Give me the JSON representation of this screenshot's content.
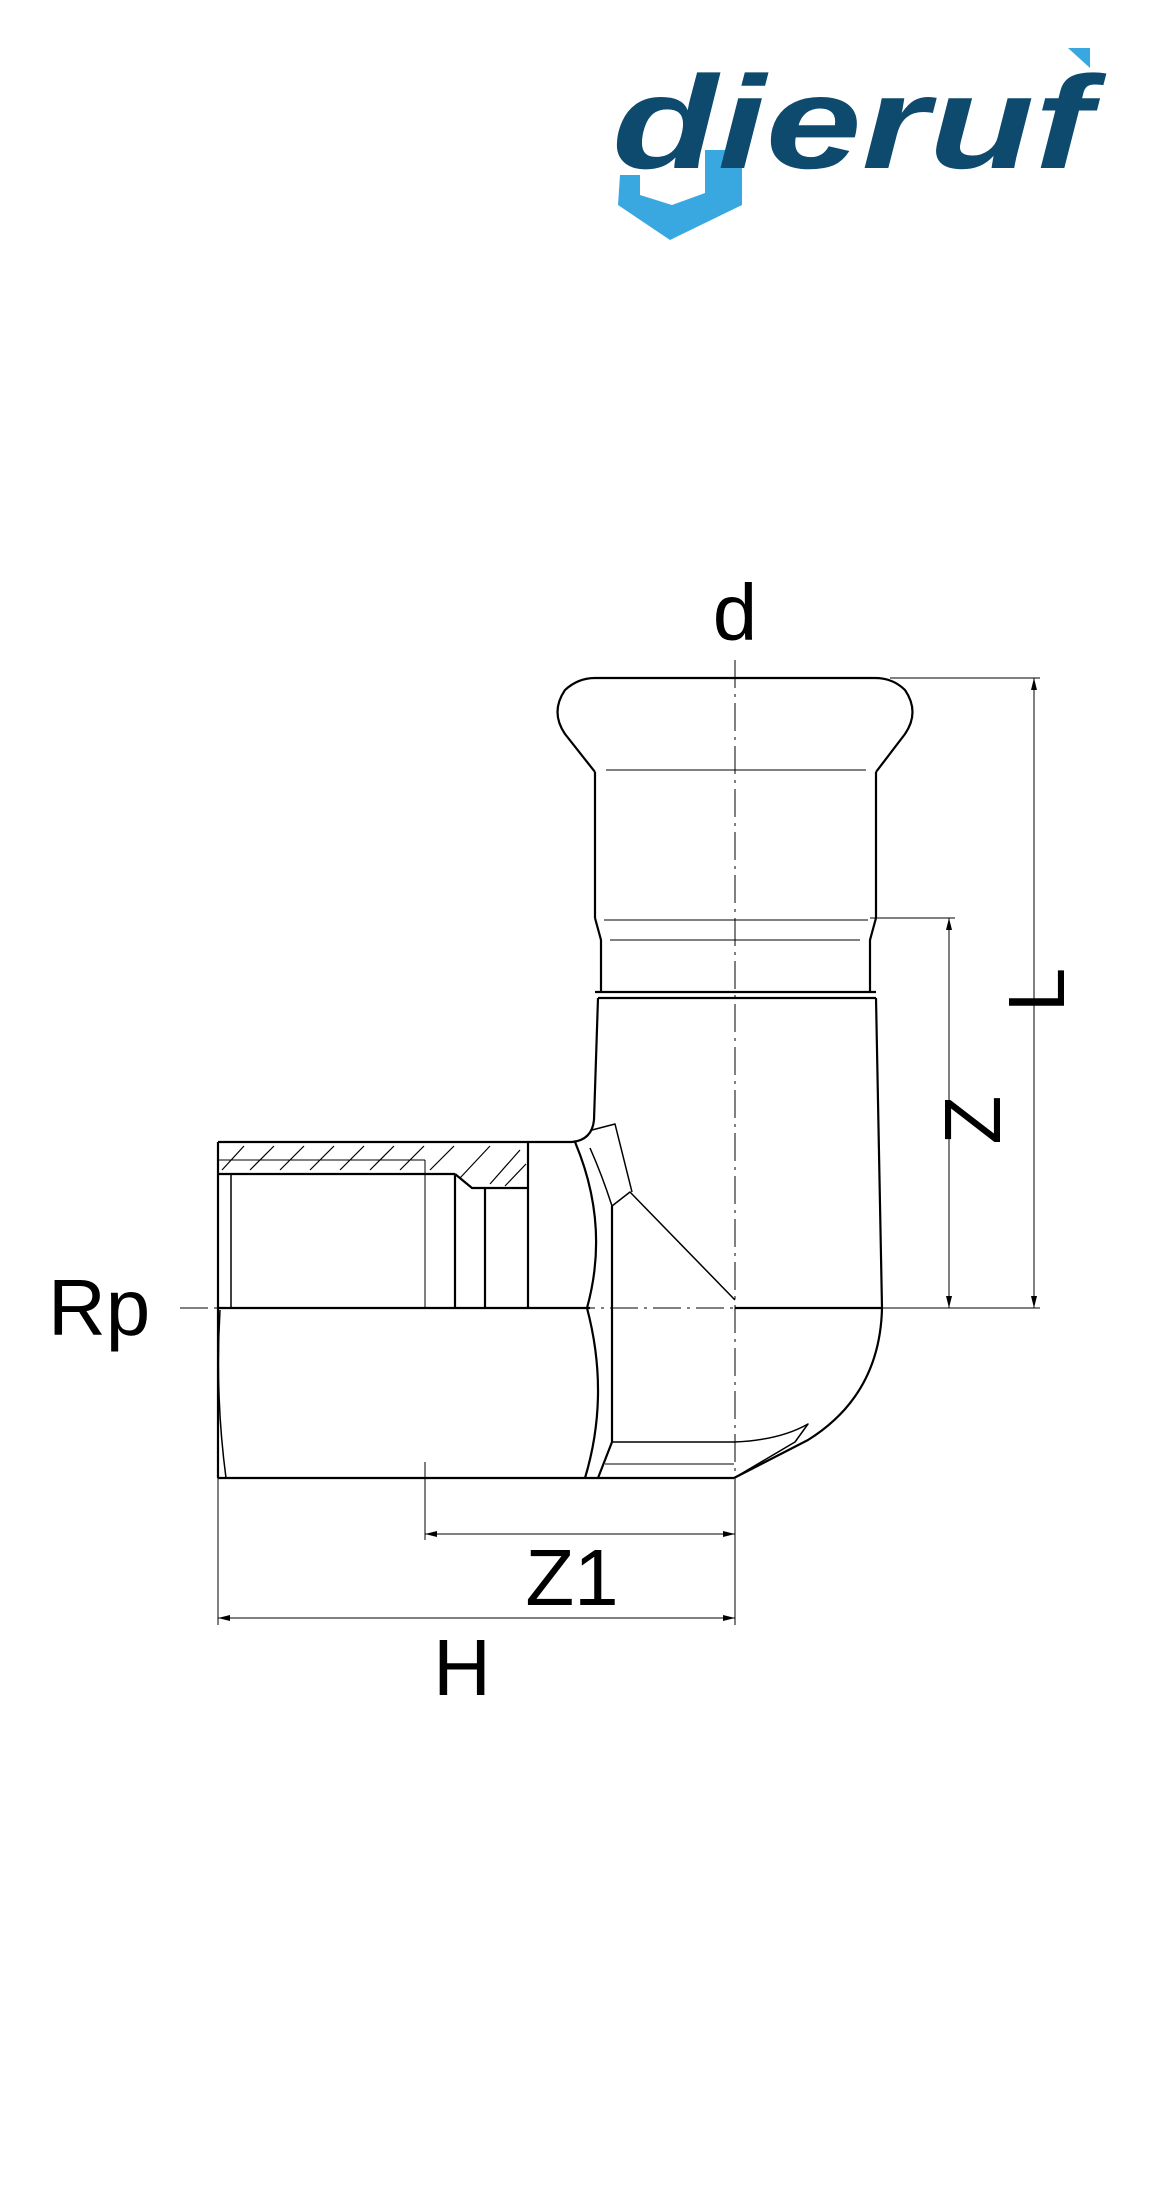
{
  "logo": {
    "text": "dieruf",
    "colors": {
      "primary": "#0d4a6e",
      "accent": "#3aa8e0"
    }
  },
  "dimensions": {
    "d": "d",
    "L": "L",
    "Z": "Z",
    "Rp": "Rp",
    "Z1": "Z1",
    "H": "H"
  },
  "colors": {
    "line": "#000000",
    "background": "#ffffff"
  }
}
